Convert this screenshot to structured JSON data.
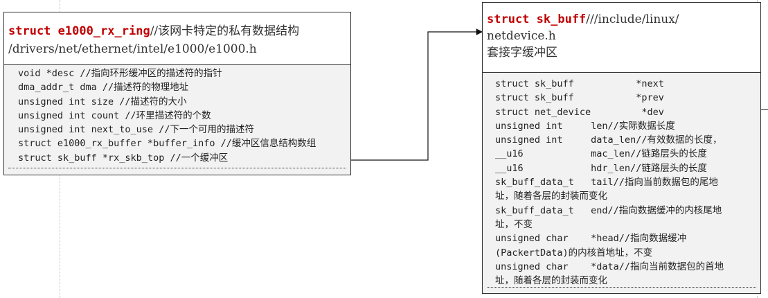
{
  "left_box": {
    "keyword": "struct e1000_rx_ring",
    "comment_line1": "//该网卡特定的私有数据结构",
    "comment_line2": "/drivers/net/ethernet/intel/e1000/e1000.h",
    "fields": [
      "void *desc //指向环形缓冲区的描述符的指针",
      "dma_addr_t dma //描述符的物理地址",
      "unsigned int size //描述符的大小",
      "unsigned int count //环里描述符的个数",
      "unsigned int next_to_use //下一个可用的描述符",
      "struct e1000_rx_buffer *buffer_info //缓冲区信息结构数组",
      "struct sk_buff *rx_skb_top //一个缓冲区"
    ]
  },
  "right_box": {
    "keyword": "struct sk_buff",
    "comment_line1": "///include/linux/",
    "comment_line2": "netdevice.h",
    "comment_line3": "套接字缓冲区",
    "fields": [
      "struct sk_buff           *next",
      "struct sk_buff           *prev",
      "struct net_device         *dev",
      "unsigned int     len//实际数据长度",
      "unsigned int     data_len//有效数据的长度，",
      "__u16            mac_len//链路层头的长度",
      "__u16            hdr_len//链路层头的长度",
      "sk_buff_data_t   tail//指向当前数据包的尾地",
      "址，随着各层的封装而变化",
      "sk_buff_data_t   end//指向数据缓冲的内核尾地",
      "址，不变",
      "unsigned char    *head//指向数据缓冲",
      "(PackertData)的内核首地址，不变",
      "unsigned char    *data//指向当前数据包的首地",
      "址，随着各层的封装而变化"
    ]
  },
  "colors": {
    "keyword": "#c00000",
    "border": "#333333",
    "body_bg": "#f2f2f2"
  }
}
